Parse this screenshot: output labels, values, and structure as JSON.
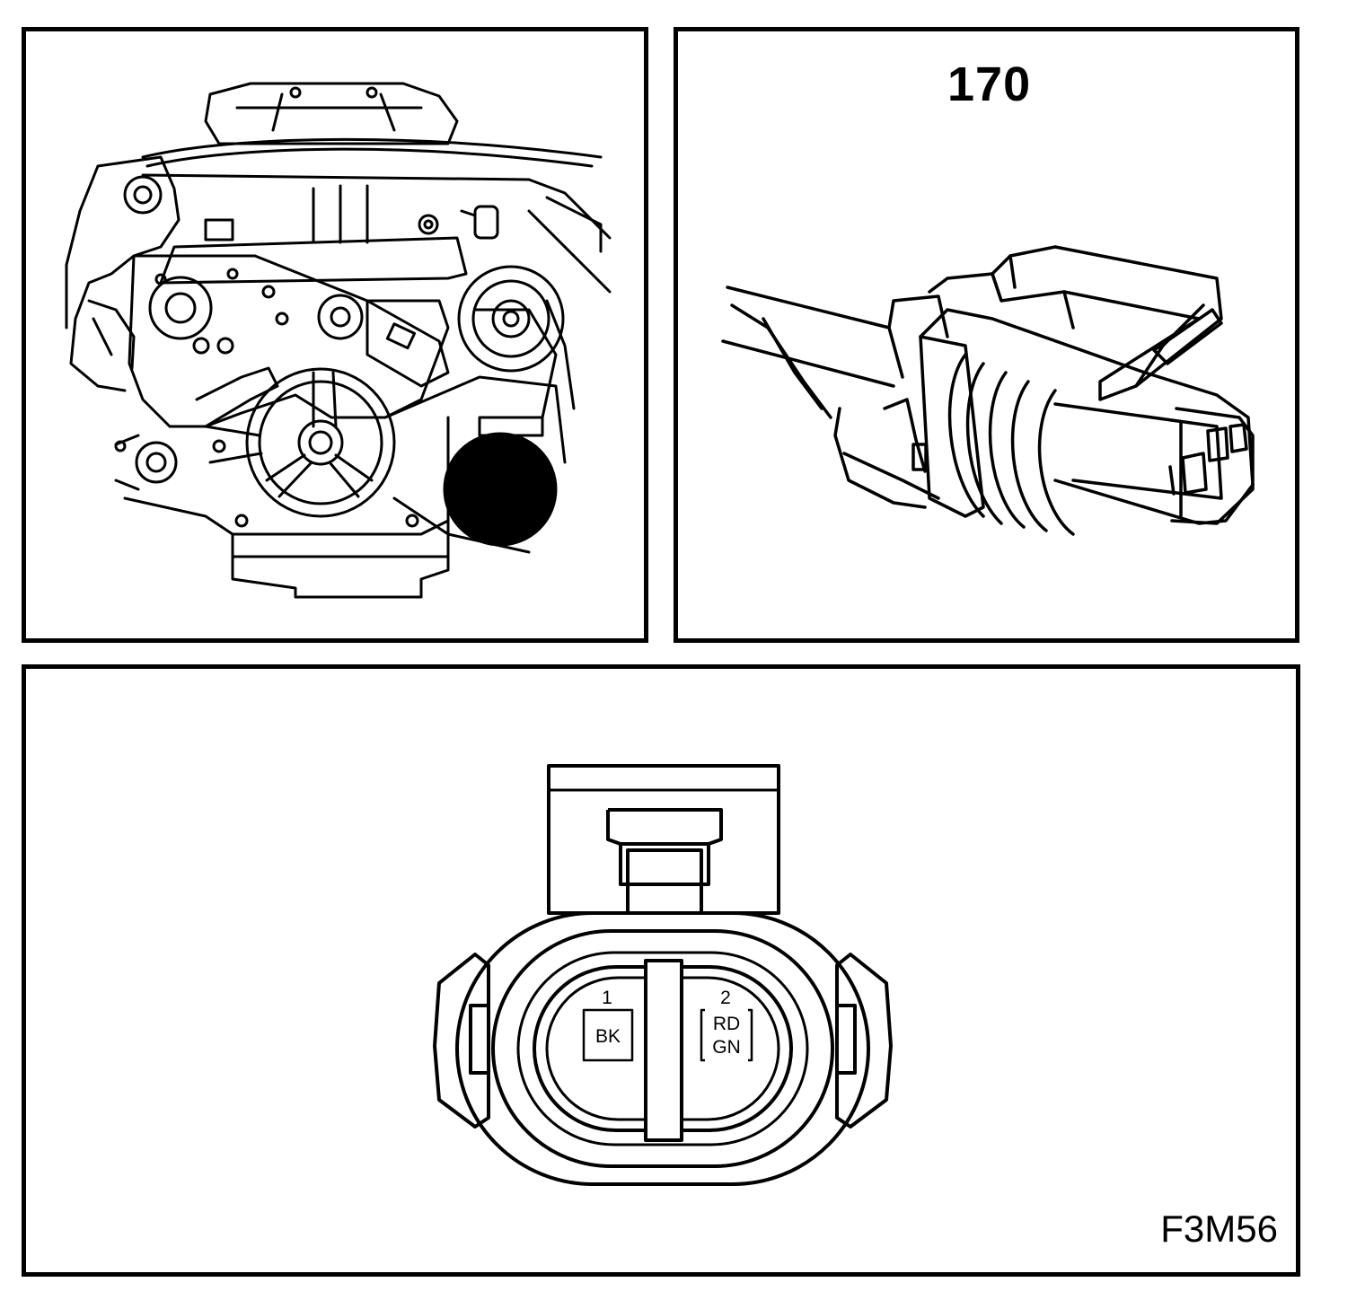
{
  "connector": {
    "number": "170",
    "pins": [
      {
        "pin": "1",
        "wire_color": "BK"
      },
      {
        "pin": "2",
        "wire_color_line1": "RD",
        "wire_color_line2": "GN"
      }
    ]
  },
  "figure_code": "F3M56",
  "colors": {
    "ink": "#000000",
    "paper": "#ffffff"
  }
}
